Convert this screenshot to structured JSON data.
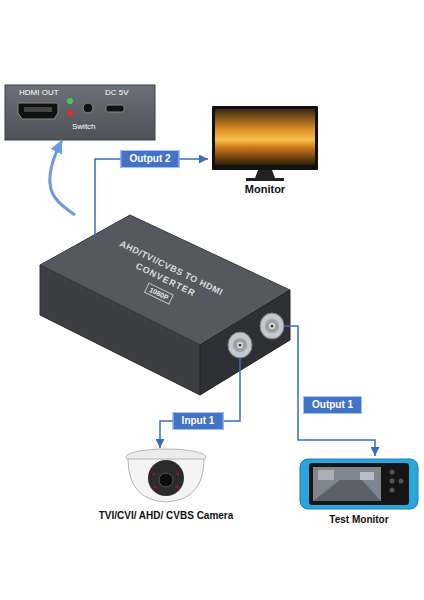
{
  "diagram": {
    "nodes": [
      {
        "text": [
          "HDMI OUT",
          "Switch",
          "DC 5V"
        ]
      },
      {
        "text": [
          "Monitor"
        ]
      },
      {
        "text": [
          "AHD/TVI/CVBS TO HDMI",
          "CONVERTER",
          "1080P"
        ]
      },
      {
        "text": [
          "TVI/CVI/ AHD/ CVBS Camera"
        ]
      },
      {
        "text": [
          "Test Monitor"
        ]
      }
    ],
    "edges": [
      {
        "from": 2,
        "to": 1,
        "label": "Output 2",
        "arrow": "to"
      },
      {
        "from": 2,
        "to": 3,
        "label": "Input 1",
        "arrow": "to"
      },
      {
        "from": 2,
        "to": 4,
        "label": "Output 1",
        "arrow": "to"
      },
      {
        "from": 2,
        "to": 0,
        "arrow": "to"
      }
    ]
  }
}
